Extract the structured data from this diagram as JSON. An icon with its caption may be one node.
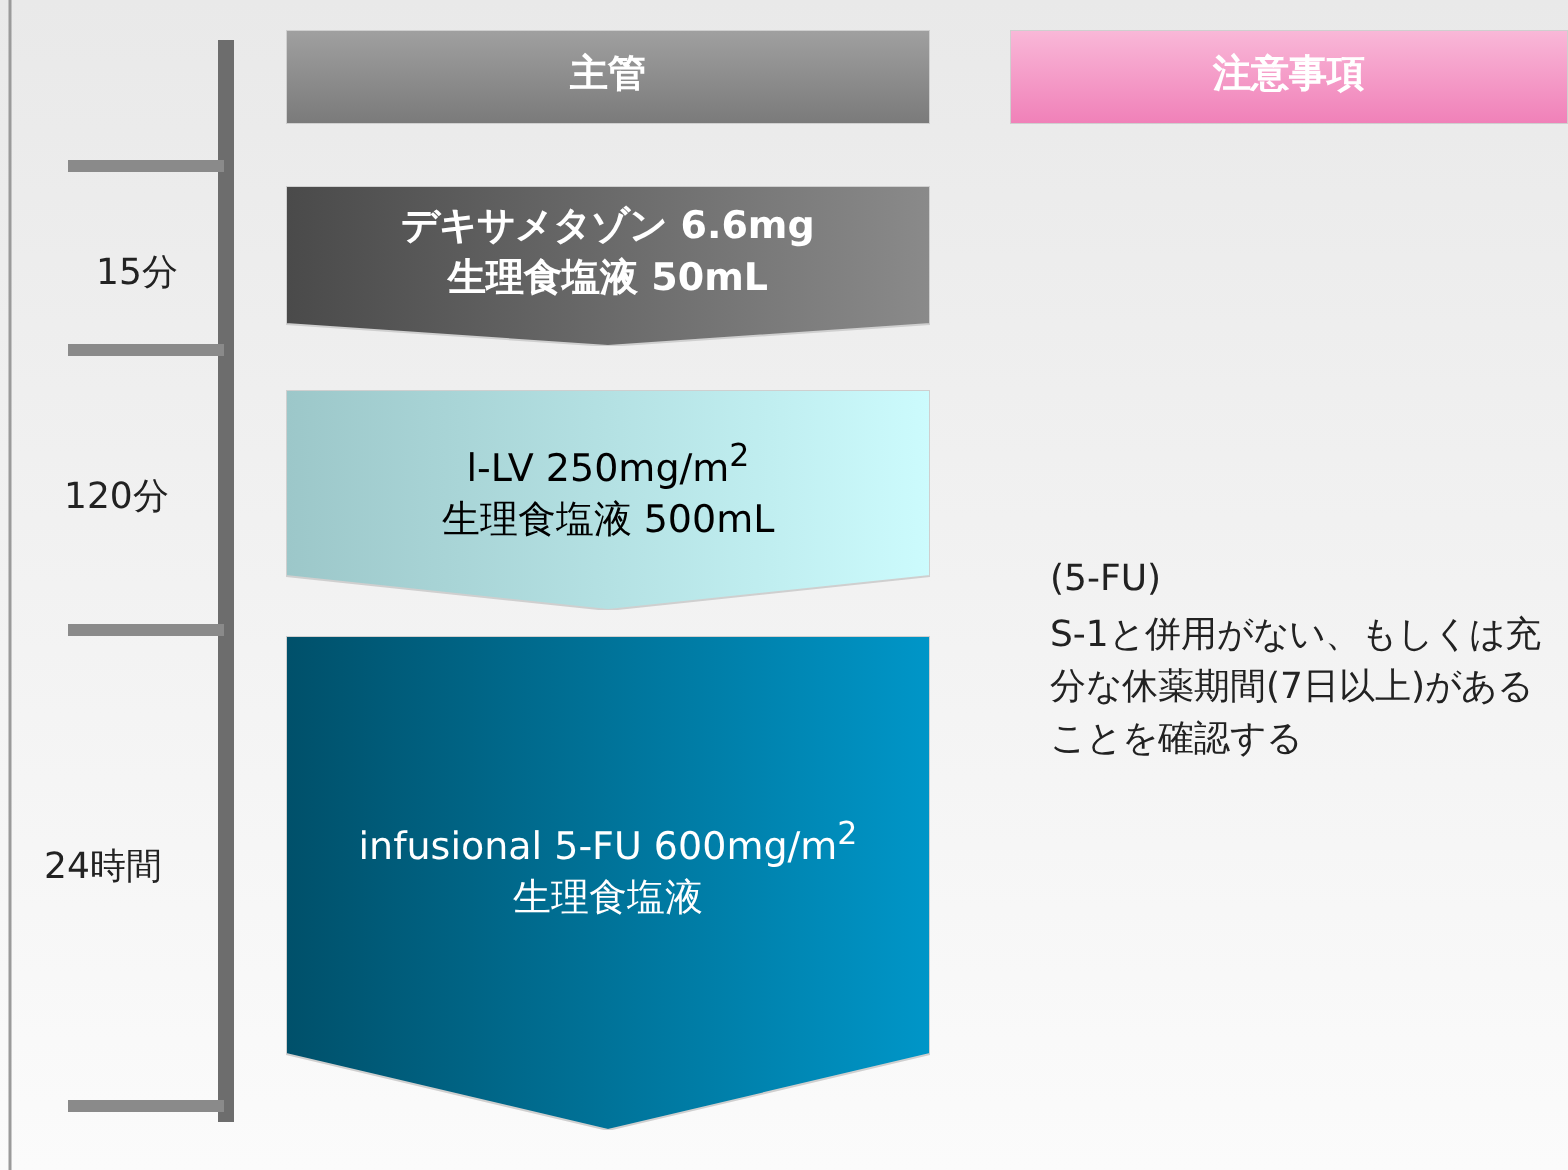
{
  "diagram": {
    "nodes": [
      {
        "text": [
          "主管"
        ]
      },
      {
        "text": [
          "注意事項"
        ]
      },
      {
        "text": [
          "デキサメタゾン 6.6mg",
          "生理食塩液 50mL"
        ]
      },
      {
        "text": [
          "l-LV 250mg/m$^{2}$",
          "生理食塩液 500mL"
        ]
      },
      {
        "text": [
          "infusional 5-FU 600mg/m$^{2}$",
          "生理食塩液"
        ]
      }
    ],
    "labels": [
      "15分",
      "120分",
      "24時間",
      "(5-FU)",
      "S-1と併用がない、もしくは充分な休薬期間(7日以上)があることを確認する"
    ]
  }
}
